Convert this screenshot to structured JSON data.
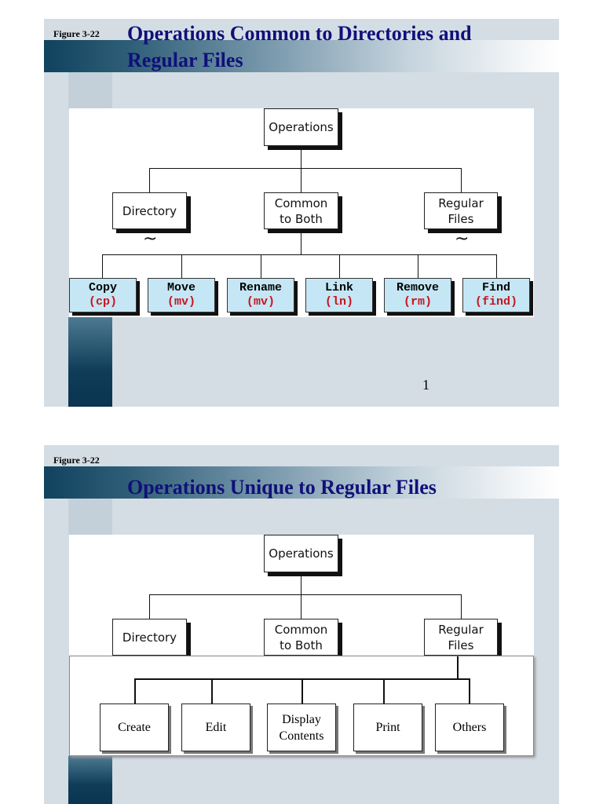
{
  "slides": [
    {
      "figure_label": "Figure 3-22",
      "title_line1": "Operations Common to Directories and",
      "title_line2": "Regular Files",
      "page_number": "1",
      "diagram": {
        "root": "Operations",
        "directory": "Directory",
        "common_line1": "Common",
        "common_line2": "to Both",
        "regular_line1": "Regular",
        "regular_line2": "Files",
        "tilde": "~",
        "commands": [
          {
            "name": "Copy",
            "code": "(cp)"
          },
          {
            "name": "Move",
            "code": "(mv)"
          },
          {
            "name": "Rename",
            "code": "(mv)"
          },
          {
            "name": "Link",
            "code": "(ln)"
          },
          {
            "name": "Remove",
            "code": "(rm)"
          },
          {
            "name": "Find",
            "code": "(find)"
          }
        ]
      }
    },
    {
      "figure_label": "Figure 3-22",
      "title": "Operations Unique to Regular Files",
      "diagram": {
        "root": "Operations",
        "directory": "Directory",
        "common_line1": "Common",
        "common_line2": "to Both",
        "regular_line1": "Regular",
        "regular_line2": "Files",
        "unique_ops": [
          {
            "line1": "Create",
            "line2": ""
          },
          {
            "line1": "Edit",
            "line2": ""
          },
          {
            "line1": "Display",
            "line2": "Contents"
          },
          {
            "line1": "Print",
            "line2": ""
          },
          {
            "line1": "Others",
            "line2": ""
          }
        ]
      }
    }
  ],
  "colors": {
    "title_text": "#10107a",
    "command_fill": "#c5e6f4",
    "command_code": "#c8141e",
    "slide_background": "#d4dde4",
    "accent_dark": "#0f3d58"
  }
}
